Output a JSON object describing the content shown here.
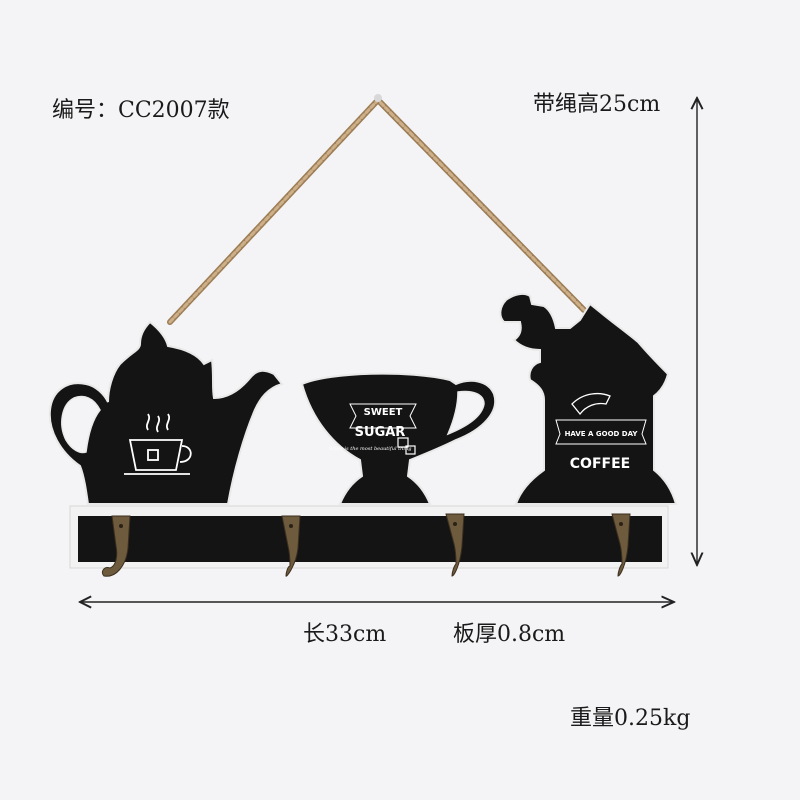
{
  "labels": {
    "model": "编号：CC2007款",
    "height": "带绳高25cm",
    "length": "长33cm",
    "thickness": "板厚0.8cm",
    "weight": "重量0.25kg"
  },
  "product": {
    "cup_decal_top": "SWEET",
    "cup_decal_main": "SUGAR",
    "cup_decal_script": "Smile is the most beautiful thing",
    "grinder_decal_ribbon": "HAVE A GOOD DAY",
    "grinder_decal_main": "COFFEE"
  },
  "colors": {
    "board": "#141414",
    "rope": "#b89a72",
    "hook": "#6e5a3c",
    "background": "#f4f4f6"
  }
}
